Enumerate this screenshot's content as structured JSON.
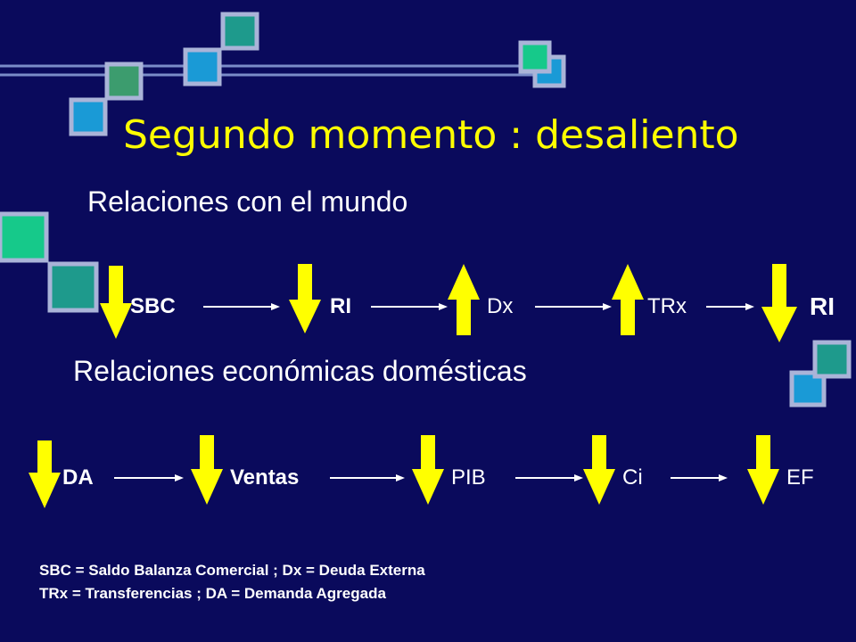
{
  "slide": {
    "title": "Segundo momento : desaliento",
    "section1": {
      "heading": "Relaciones con el mundo",
      "chain": [
        {
          "label": "SBC",
          "arrow": "down"
        },
        {
          "label": "RI",
          "arrow": "down"
        },
        {
          "label": "Dx",
          "arrow": "up"
        },
        {
          "label": "TRx",
          "arrow": "up"
        },
        {
          "label": "RI",
          "arrow": "down"
        }
      ]
    },
    "section2": {
      "heading": "Relaciones económicas domésticas",
      "chain": [
        {
          "label": "DA",
          "arrow": "down"
        },
        {
          "label": "Ventas",
          "arrow": "down"
        },
        {
          "label": "PIB",
          "arrow": "down"
        },
        {
          "label": "Ci",
          "arrow": "down"
        },
        {
          "label": "EF",
          "arrow": "down"
        }
      ]
    },
    "footnote": {
      "line1": "SBC = Saldo Balanza Comercial ;  Dx = Deuda Externa",
      "line2": "TRx = Transferencias  ; DA = Demanda Agregada"
    }
  },
  "colors": {
    "background": "#0a0a5c",
    "title": "#ffff00",
    "arrow": "#ffff00",
    "text": "#ffffff",
    "square_teal": "#1e9a8c",
    "square_blue": "#1a9ad6",
    "square_green": "#3c9c6e",
    "square_mint": "#16c98a"
  }
}
